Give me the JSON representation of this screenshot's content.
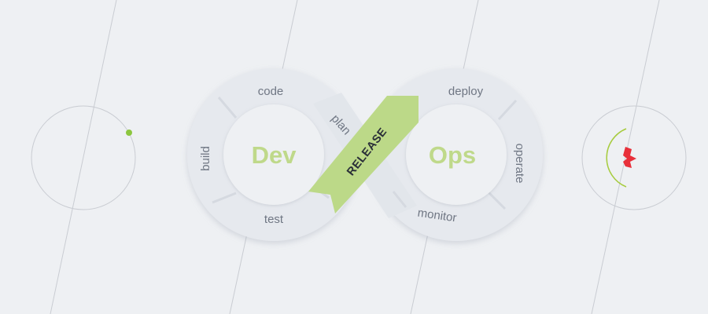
{
  "diagram": {
    "center_left": "Dev",
    "center_right": "Ops",
    "release": "RELEASE",
    "stages": {
      "code": "code",
      "build": "build",
      "test": "test",
      "plan": "plan",
      "deploy": "deploy",
      "operate": "operate",
      "monitor": "monitor"
    }
  },
  "colors": {
    "background": "#eef0f3",
    "segment": "#e6e9ee",
    "accent_green": "#bfd98a",
    "release_ribbon": "#bcd988",
    "accent_red": "#e8303a",
    "line": "#c9ccd2"
  }
}
